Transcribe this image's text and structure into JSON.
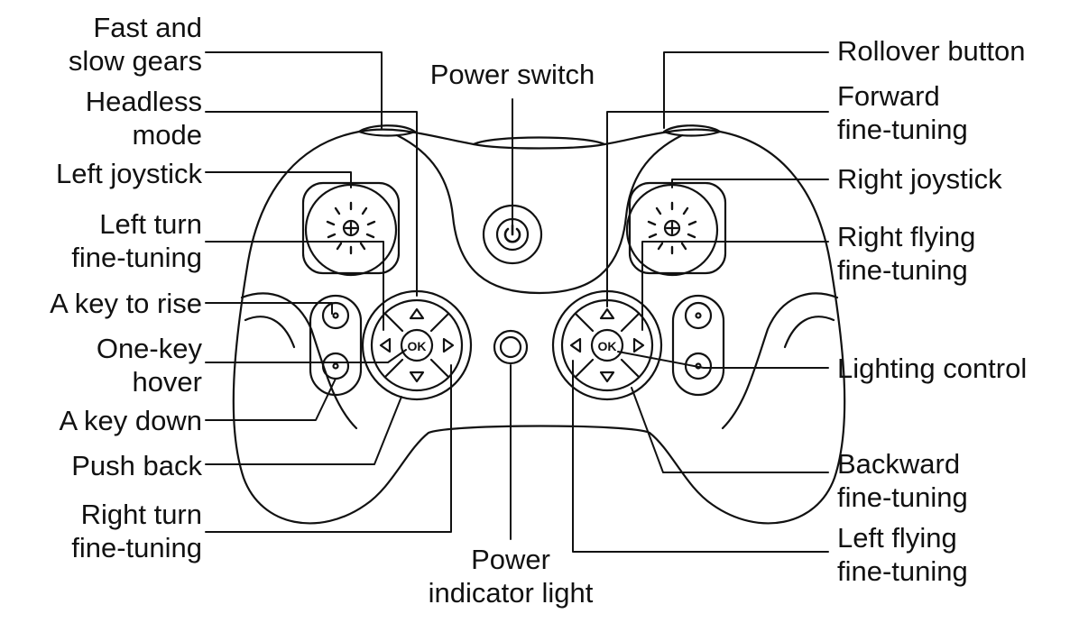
{
  "labels": {
    "fast_slow_gears": [
      "Fast and",
      "slow gears"
    ],
    "headless_mode": [
      "Headless",
      "mode"
    ],
    "left_joystick": [
      "Left joystick"
    ],
    "left_turn_fine_tuning": [
      "Left turn",
      "fine-tuning"
    ],
    "a_key_to_rise": [
      "A key to rise"
    ],
    "one_key_hover": [
      "One-key",
      "hover"
    ],
    "a_key_down": [
      "A key down"
    ],
    "push_back": [
      "Push back"
    ],
    "right_turn_fine_tuning": [
      "Right turn",
      "fine-tuning"
    ],
    "power_switch": [
      "Power switch"
    ],
    "power_indicator_light": [
      "Power",
      "indicator light"
    ],
    "rollover_button": [
      "Rollover button"
    ],
    "forward_fine_tuning": [
      "Forward",
      "fine-tuning"
    ],
    "right_joystick": [
      "Right joystick"
    ],
    "right_flying_fine_tuning": [
      "Right flying",
      "fine-tuning"
    ],
    "lighting_control": [
      "Lighting control"
    ],
    "backward_fine_tuning": [
      "Backward",
      "fine-tuning"
    ],
    "left_flying_fine_tuning": [
      "Left flying",
      "fine-tuning"
    ]
  },
  "buttons": {
    "ok_left": "OK",
    "ok_right": "OK"
  },
  "colors": {
    "ink": "#111111",
    "background": "#ffffff"
  }
}
